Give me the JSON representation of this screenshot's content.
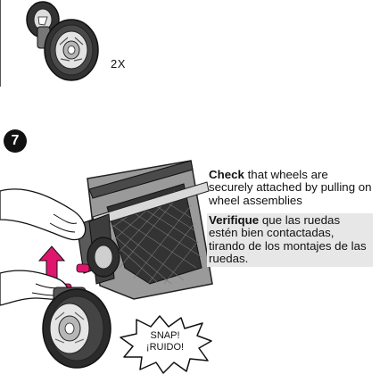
{
  "step_one": {
    "quantity": "2X"
  },
  "step_seven": {
    "number": "7",
    "english": {
      "bold": "Check",
      "text": " that wheels are securely attached by pulling on wheel assemblies"
    },
    "spanish": {
      "bold": "Verifique",
      "text": " que las ruedas estén bien contactadas, tirando de los montajes de las ruedas."
    },
    "sound": {
      "line1": "SNAP!",
      "line2": "¡RUIDO!"
    }
  },
  "colors": {
    "arrow": "#e0166e",
    "frame": "#3c3c3c",
    "fabric": "#8a8a8a",
    "spanish_bg": "#e7e7e7"
  }
}
